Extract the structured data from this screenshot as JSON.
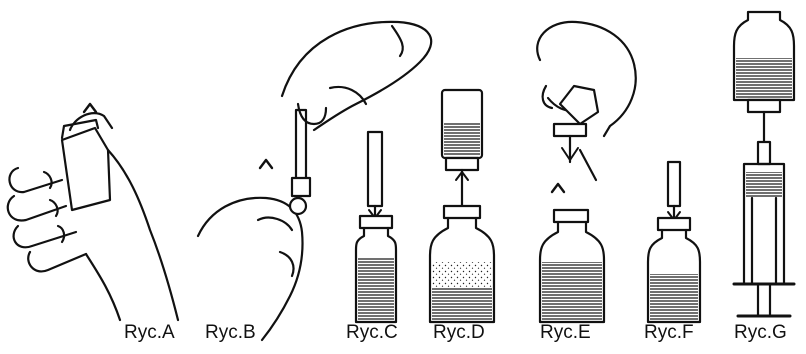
{
  "figure": {
    "panels": [
      {
        "id": "A",
        "label": "Ryc.A"
      },
      {
        "id": "B",
        "label": "Ryc.B"
      },
      {
        "id": "C",
        "label": "Ryc.C"
      },
      {
        "id": "D",
        "label": "Ryc.D"
      },
      {
        "id": "E",
        "label": "Ryc.E"
      },
      {
        "id": "F",
        "label": "Ryc.F"
      },
      {
        "id": "G",
        "label": "Ryc.G"
      }
    ],
    "colors": {
      "ink": "#111111",
      "paper": "#ffffff"
    }
  }
}
